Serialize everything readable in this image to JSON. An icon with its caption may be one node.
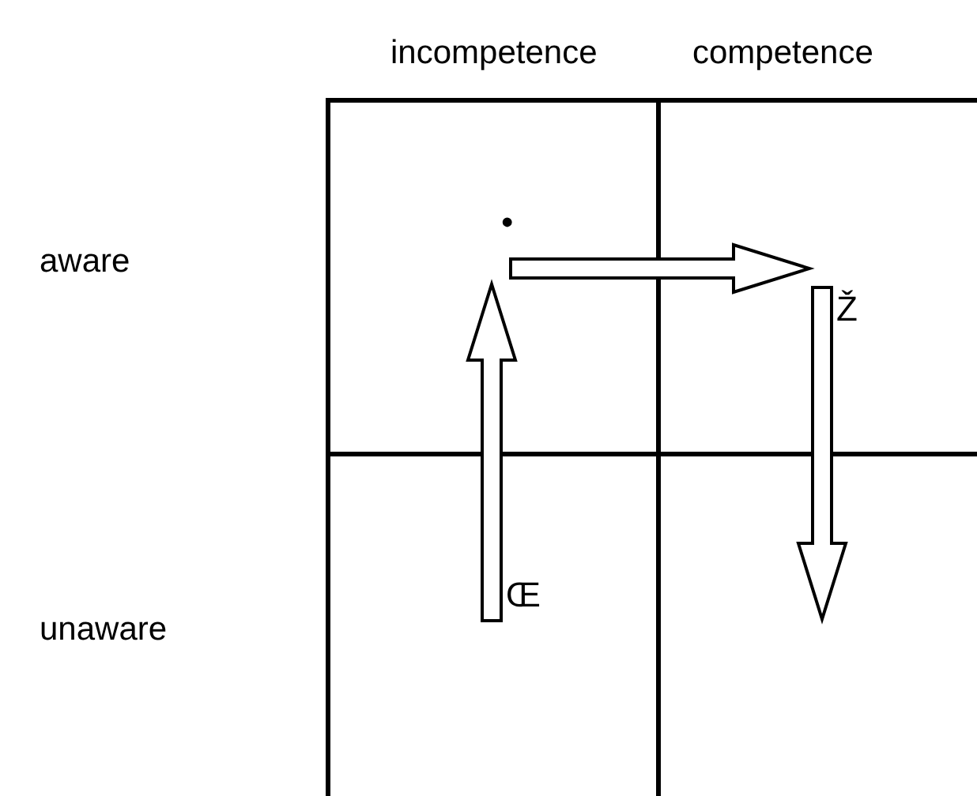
{
  "diagram": {
    "nodes": [
      {
        "text": [],
        "shape": "box"
      },
      {
        "text": [],
        "shape": "box"
      },
      {
        "text": [],
        "shape": "box"
      },
      {
        "text": [],
        "shape": "box"
      }
    ],
    "edges": [
      {
        "from": 2,
        "to": 0,
        "arrow": "to",
        "label": "Œ"
      },
      {
        "from": 0,
        "to": 1,
        "arrow": "to",
        "label": "•"
      },
      {
        "from": 1,
        "to": 3,
        "arrow": "to",
        "label": "Ž"
      }
    ],
    "labels": [
      "incompetence",
      "competence",
      "aware",
      "unaware"
    ]
  }
}
